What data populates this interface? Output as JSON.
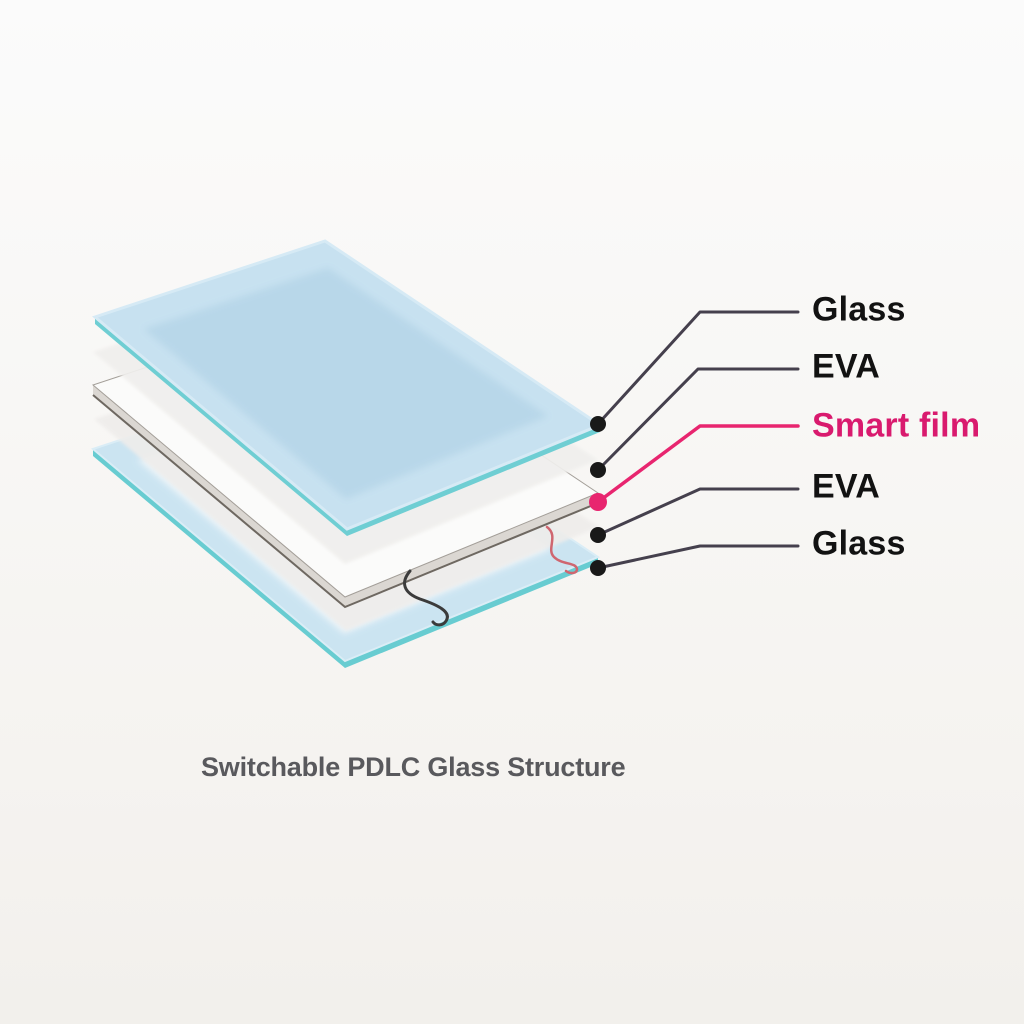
{
  "diagram": {
    "title": "Switchable PDLC Glass Structure",
    "layers": [
      {
        "name": "glass-top",
        "label": "Glass"
      },
      {
        "name": "eva-upper",
        "label": "EVA"
      },
      {
        "name": "smart-film",
        "label": "Smart film"
      },
      {
        "name": "eva-lower",
        "label": "EVA"
      },
      {
        "name": "glass-bottom",
        "label": "Glass"
      }
    ],
    "colors": {
      "accent_pink": "#d91a6e",
      "label_text": "#121212",
      "title_text": "#59595d",
      "leader_line": "#45404d",
      "leader_dot": "#191919",
      "glass_face": "#c7e1f0",
      "glass_edge_teal": "#6fced3",
      "eva_face": "#f0efed",
      "film_face": "#fbfbfa",
      "film_edge": "#6e6861",
      "wire_black": "#3b3b3b",
      "wire_red": "#cf6670",
      "background": "#f7f5f2"
    }
  }
}
